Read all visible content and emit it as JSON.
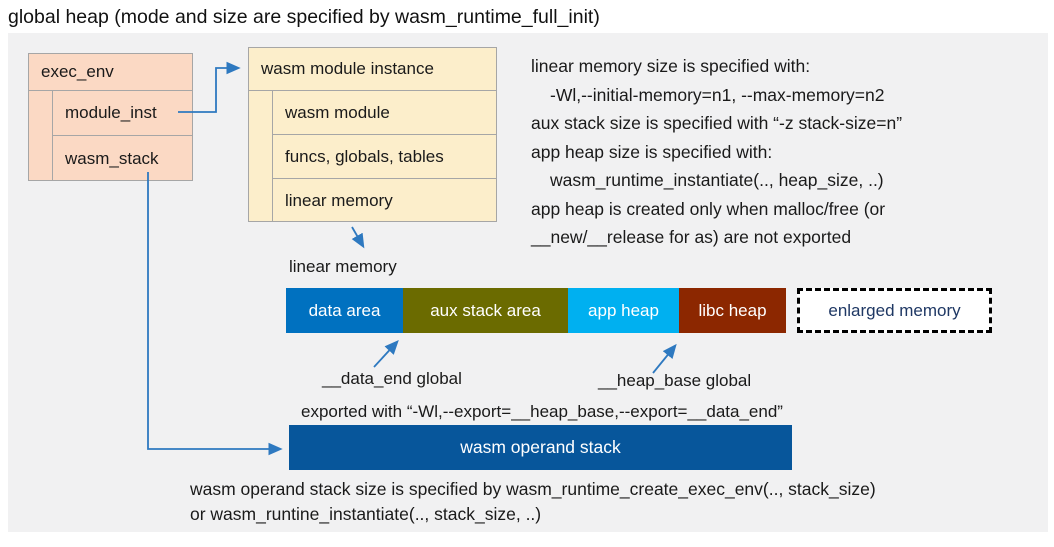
{
  "title": "global heap (mode and size are specified by wasm_runtime_full_init)",
  "exec_env": {
    "header": "exec_env",
    "rows": [
      "module_inst",
      "wasm_stack"
    ]
  },
  "module_instance": {
    "header": "wasm module instance",
    "rows": [
      "wasm module",
      "funcs, globals, tables",
      "linear memory"
    ]
  },
  "notes": {
    "lines": [
      "linear memory size is specified with:",
      "-Wl,--initial-memory=n1, --max-memory=n2",
      "aux stack size is specified with “-z stack-size=n”",
      "app heap size is specified with:",
      "wasm_runtime_instantiate(.., heap_size, ..)",
      "app heap is created only when malloc/free (or",
      "__new/__release for as) are not exported"
    ]
  },
  "linear_memory": {
    "label": "linear memory",
    "segments": [
      {
        "label": "data area",
        "color": "#0071C0"
      },
      {
        "label": "aux stack area",
        "color": "#6B6B00"
      },
      {
        "label": "app heap",
        "color": "#00B0F0"
      },
      {
        "label": "libc heap",
        "color": "#8C2700"
      }
    ],
    "enlarged": {
      "label": "enlarged memory",
      "text_color": "#1F3864"
    }
  },
  "annotations": {
    "data_end": "__data_end global",
    "heap_base": "__heap_base global",
    "exported": "exported with “-Wl,--export=__heap_base,--export=__data_end”"
  },
  "operand_stack": {
    "label": "wasm operand stack",
    "color": "#07569B"
  },
  "footer": {
    "lines": [
      "wasm operand stack size is specified by wasm_runtime_create_exec_env(.., stack_size)",
      "or wasm_runtine_instantiate(.., stack_size, ..)"
    ]
  },
  "colors": {
    "panel_bg": "#F1F1F2",
    "exec_env_bg": "#FBD9C4",
    "module_instance_bg": "#FCEECB",
    "box_border": "#A6A6A6",
    "arrow": "#2E79C0"
  }
}
